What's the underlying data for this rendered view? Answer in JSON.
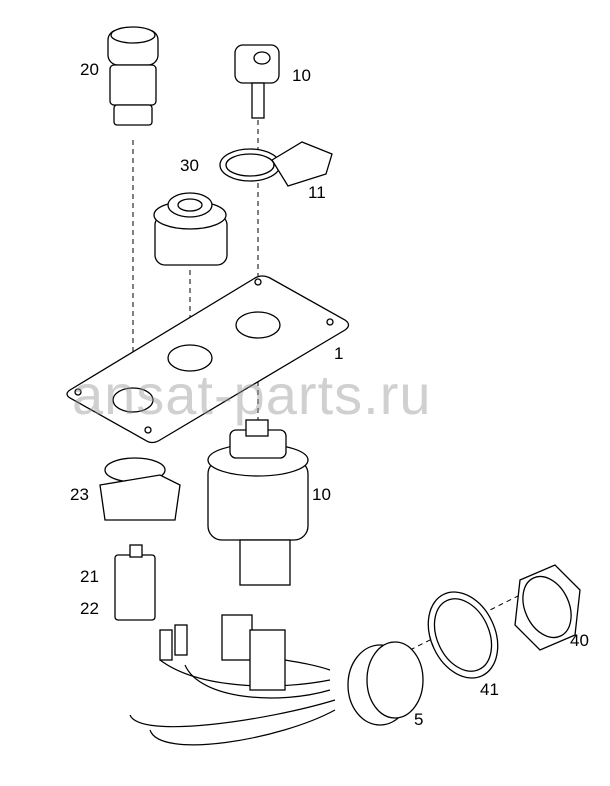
{
  "title": "Ignition switch panel – exploded parts diagram",
  "watermark": "ansat-parts.ru",
  "callouts": {
    "c20": "20",
    "c10_key": "10",
    "c30": "30",
    "c11": "11",
    "c1": "1",
    "c23": "23",
    "c10_switch": "10",
    "c21": "21",
    "c22": "22",
    "c40": "40",
    "c41": "41",
    "c5": "5"
  }
}
